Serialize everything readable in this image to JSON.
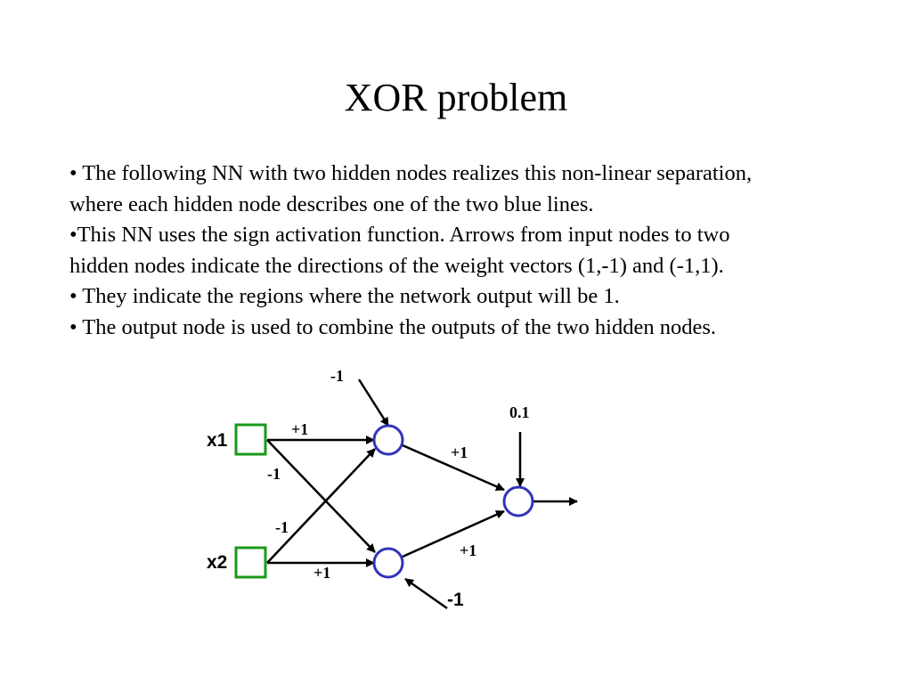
{
  "slide": {
    "title": "XOR problem",
    "bullets": [
      "• The following NN with two hidden nodes realizes this non-linear separation,",
      "where each hidden node describes one of the two blue lines.",
      "•This NN uses the sign activation function. Arrows from input nodes to two",
      "hidden nodes indicate the directions of the weight vectors  (1,-1) and  (-1,1).",
      "• They indicate the regions where the network output will be 1.",
      "• The output node is used to combine the outputs of the two hidden nodes."
    ]
  },
  "network": {
    "inputs": {
      "x1": "x1",
      "x2": "x2"
    },
    "weights": {
      "x1_h1": "+1",
      "x1_h2": "-1",
      "x2_h1": "-1",
      "x2_h2": "+1",
      "h1_out": "+1",
      "h2_out": "+1"
    },
    "biases": {
      "h1": "-1",
      "h2": "-1",
      "out": "0.1"
    },
    "colors": {
      "input_node": "#1a9a1a",
      "hidden_node": "#3333bb",
      "edge": "#000000"
    }
  }
}
